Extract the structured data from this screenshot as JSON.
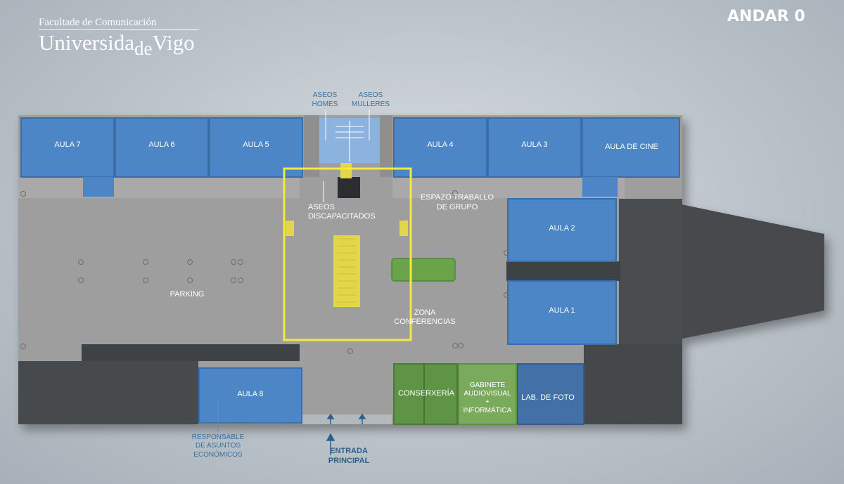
{
  "header": {
    "logo_line1": "Facultade de Comunicación",
    "logo_part1": "Universida",
    "logo_part2": "de",
    "logo_part3": "Vigo",
    "floor_label": "ANDAR 0"
  },
  "rooms": {
    "aula7": "AULA 7",
    "aula6": "AULA 6",
    "aula5": "AULA 5",
    "aula4": "AULA 4",
    "aula3": "AULA 3",
    "aula_cine": "AULA DE CINE",
    "aula2": "AULA 2",
    "aula1": "AULA 1",
    "aula8": "AULA 8",
    "conserxeria": "CONSERXERÍA",
    "gabinete_1": "GABINETE",
    "gabinete_2": "AUDIOVISUAL",
    "gabinete_3": "+",
    "gabinete_4": "INFORMÁTICA",
    "lab_foto": "LAB. DE FOTO"
  },
  "areas": {
    "parking": "PARKING",
    "espazo_1": "ESPAZO TRABALLO",
    "espazo_2": "DE GRUPO",
    "zona_1": "ZONA",
    "zona_2": "CONFERENCIAS",
    "aseos_disc_1": "ASEOS",
    "aseos_disc_2": "DISCAPACITADOS"
  },
  "annotations": {
    "aseos_homes_1": "ASEOS",
    "aseos_homes_2": "HOMES",
    "aseos_mulleres_1": "ASEOS",
    "aseos_mulleres_2": "MULLERES",
    "responsable_1": "RESPONSABLE",
    "responsable_2": "DE ASUNTOS",
    "responsable_3": "ECONÓMICOS",
    "entrada_1": "ENTRADA",
    "entrada_2": "PRINCIPAL"
  },
  "colors": {
    "classroom": "#4d86c6",
    "service": "#5f9446",
    "corridor": "#a3a3a3",
    "structure": "#4a4d50",
    "stairs": "#e4d64a",
    "highlight": "#f4ea3c"
  }
}
